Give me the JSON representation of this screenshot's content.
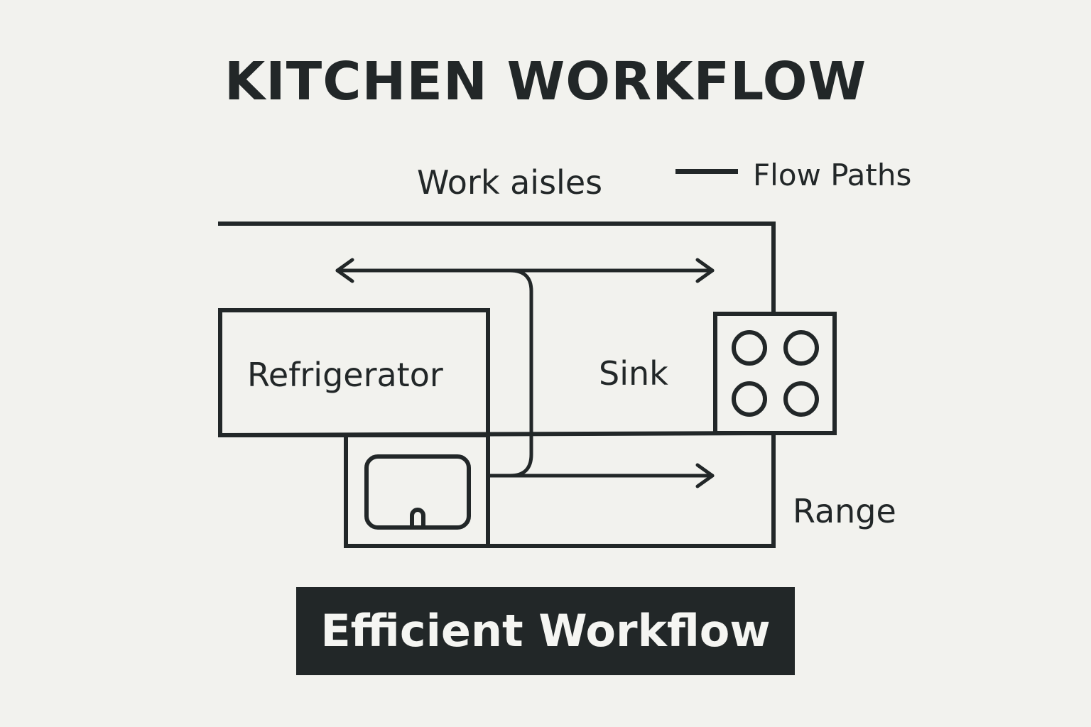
{
  "title": "KITCHEN WORKFLOW",
  "labels": {
    "work_aisles": "Work aisles",
    "refrigerator": "Refrigerator",
    "sink": "Sink",
    "range": "Range"
  },
  "legend": {
    "flow_paths": "Flow Paths"
  },
  "banner": {
    "text": "Efficient Workflow"
  },
  "colors": {
    "background": "#f2f2ee",
    "ink": "#222728",
    "banner_text": "#f5f5f2"
  }
}
